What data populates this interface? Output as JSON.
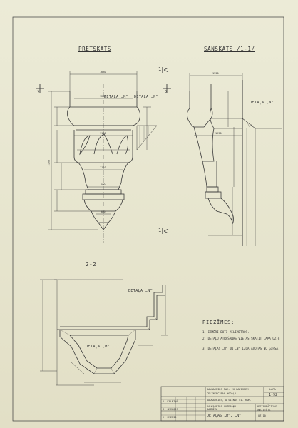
{
  "views": {
    "front_title": "PRETSKATS",
    "side_title": "SĀNSKATS /1-1/",
    "section_title": "2-2",
    "section_mark": "2",
    "cut_mark_top": "1",
    "cut_mark_bottom": "1"
  },
  "details": {
    "front_m": "DETAĻA „M“",
    "front_n": "DETAĻA „N“",
    "side_n": "DETAĻA „N“",
    "section_n": "DETAĻA „N“",
    "section_m": "DETAĻA „M“"
  },
  "dimensions": {
    "front_top_width": "1680",
    "front_mid_width": "1200",
    "front_band": "1130",
    "front_lower_width": "1140",
    "front_base": "600",
    "front_bottom": "380",
    "front_height": "2200",
    "side_top_width": "1520",
    "side_mid": "1250"
  },
  "notes": {
    "title": "PIEZĪMES:",
    "items": [
      "1. IZMĒRI DOTI MILIMETROS.",
      "2. DETAĻU ATRAŠANĀS VIETAS SKATĪT LAPĀ UZ-8",
      "3. DETAĻAS „M“ UN „N“ IZGATAVOTAS NO ĢIPSA."
    ]
  },
  "title_block": {
    "sheet_label": "LAPA",
    "sheet_value": "1-92",
    "row1": "DAUGAVPILS PAR. IK KAPOSIEM",
    "row2": "CELTNIECĪBAS NODAĻA",
    "row3": "DAUGAVPILS, A SIENAS EL. KOR.",
    "row4": "DAUGAVPILS LUTERĀŅU",
    "row5": "BAZNĪCA",
    "row6": "DETAĻAS „M“, „N“",
    "org": "RESTAURĀCIJAS INSTITŪTS",
    "code": "UZ-10",
    "names": [
      "V. KALNIŅŠ",
      "I. SMILĢIS",
      "V. EMERIS"
    ]
  }
}
